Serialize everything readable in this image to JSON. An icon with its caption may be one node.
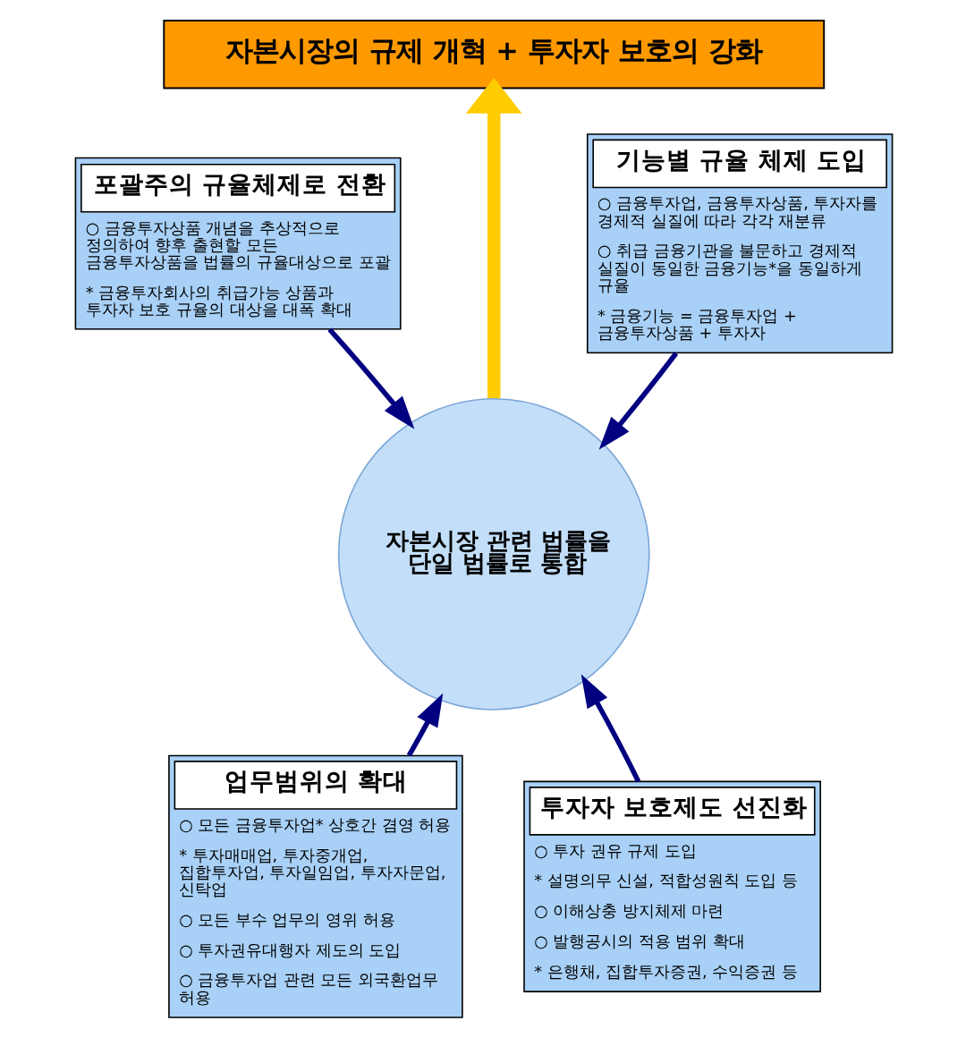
{
  "diagram": {
    "nodes": [
      {
        "text": [
          "자본시장의 규제 개혁 + 투자자 보호의 강화"
        ]
      },
      {
        "text": [
          "자본시장 관련 법률을 단일 법률로 통합"
        ]
      },
      {
        "text": [
          "포괄주의 규율체제로 전환",
          "○ 금융투자상품 개념을 추상적으로 정의하여 향후 출현할 모든 금융투자상품을 법률의 규율대상으로 포괄",
          "* 금융투자회사의 취급가능 상품과 투자자 보호 규율의 대상을 대폭 확대"
        ]
      },
      {
        "text": [
          "기능별 규율 체제 도입",
          "○ 금융투자업, 금융투자상품, 투자자를 경제적 실질에 따라 각각 재분류",
          "○ 취급 금융기관을 불문하고 경제적 실질이 동일한 금융기능*을 동일하게 규율",
          "* 금융기능 = 금융투자업 + 금융투자상품 + 투자자"
        ]
      },
      {
        "text": [
          "업무범위의 확대",
          "○ 모든 금융투자업* 상호간 겸영 허용",
          "* 투자매매업, 투자중개업, 집합투자업, 투자일임업, 투자자문업, 신탁업",
          "○ 모든 부수 업무의 영위 허용",
          "○ 투자권유대행자 제도의 도입",
          "○ 금융투자업 관련 모든 외국환업무 허용"
        ]
      },
      {
        "text": [
          "투자자 보호제도 선진화",
          "○ 투자 권유 규제 도입",
          "* 설명의무 신설, 적합성원칙 도입 등",
          "○ 이해상충 방지체제 마련",
          "○ 발행공시의 적용 범위 확대",
          "* 은행채, 집합투자증권, 수익증권 등"
        ]
      }
    ],
    "edges": [
      {
        "from": 1,
        "to": 0,
        "arrow": "to",
        "style": "thick",
        "color": "#ffcc00"
      },
      {
        "from": 2,
        "to": 1,
        "arrow": "to"
      },
      {
        "from": 3,
        "to": 1,
        "arrow": "to"
      },
      {
        "from": 4,
        "to": 1,
        "arrow": "to"
      },
      {
        "from": 5,
        "to": 1,
        "arrow": "to"
      }
    ]
  }
}
